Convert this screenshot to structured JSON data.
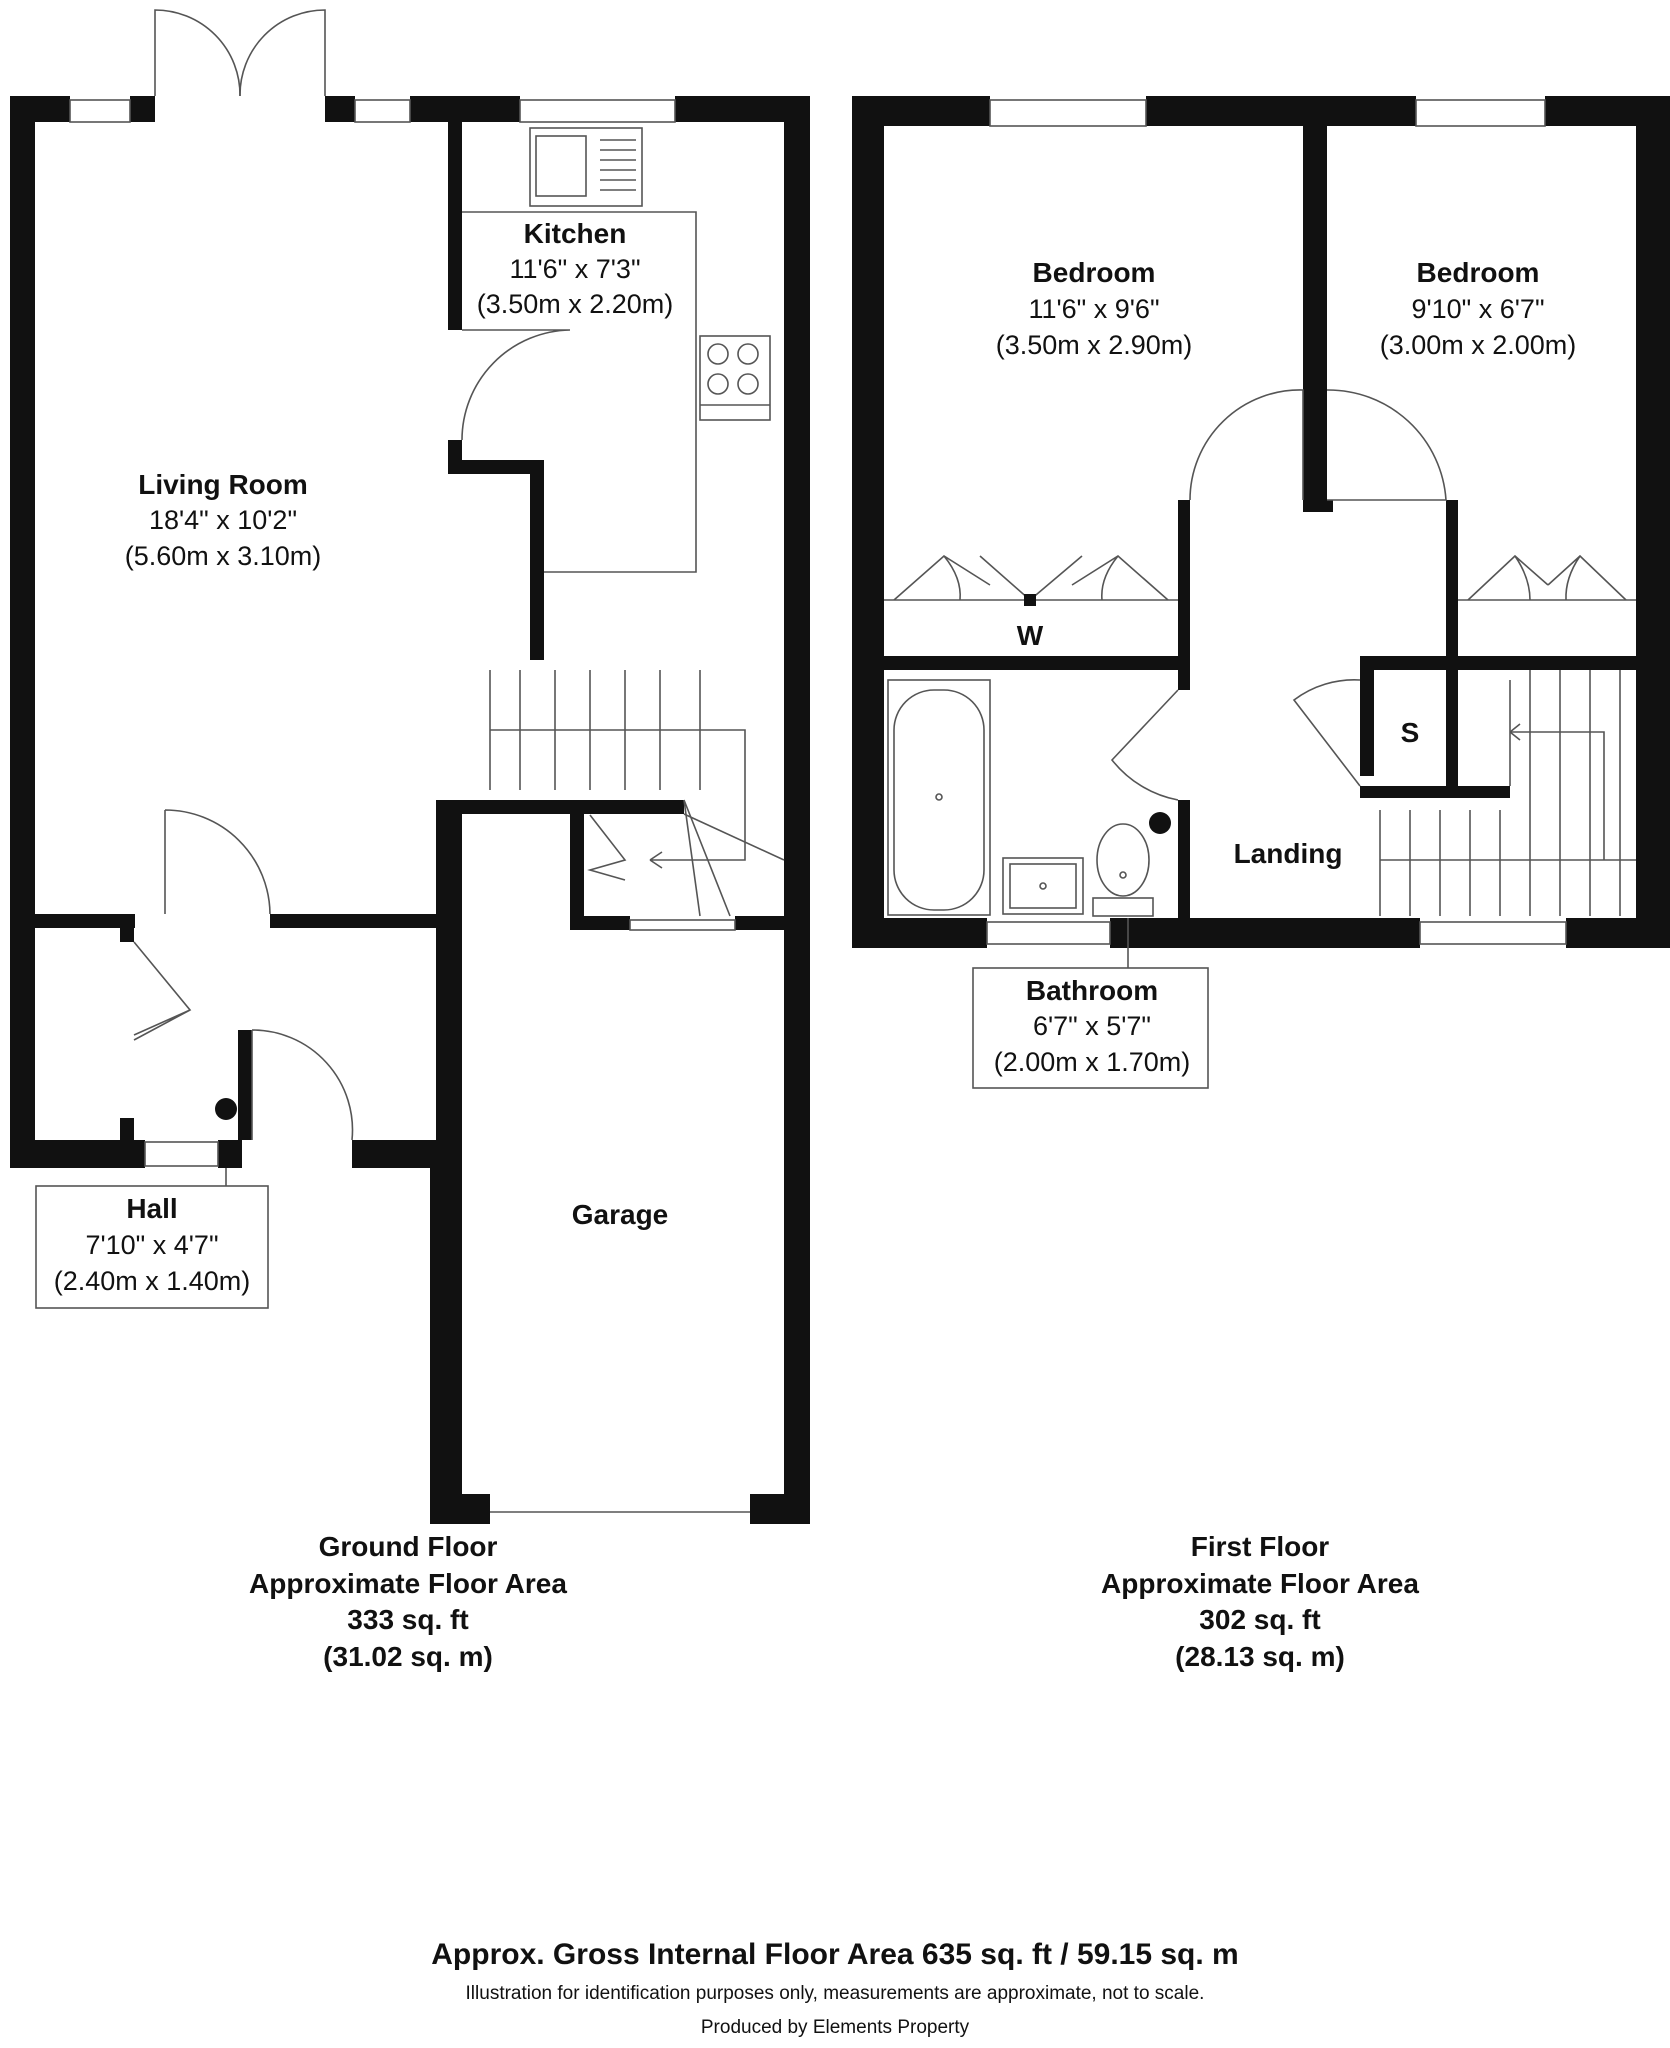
{
  "rooms": {
    "kitchen": {
      "name": "Kitchen",
      "imperial": "11'6\" x 7'3\"",
      "metric": "(3.50m x 2.20m)"
    },
    "living_room": {
      "name": "Living Room",
      "imperial": "18'4\" x 10'2\"",
      "metric": "(5.60m x 3.10m)"
    },
    "hall": {
      "name": "Hall",
      "imperial": "7'10\" x 4'7\"",
      "metric": "(2.40m x 1.40m)"
    },
    "garage": {
      "name": "Garage"
    },
    "bedroom_1": {
      "name": "Bedroom",
      "imperial": "11'6\" x 9'6\"",
      "metric": "(3.50m x 2.90m)"
    },
    "bedroom_2": {
      "name": "Bedroom",
      "imperial": "9'10\" x 6'7\"",
      "metric": "(3.00m x 2.00m)"
    },
    "landing": {
      "name": "Landing"
    },
    "bathroom": {
      "name": "Bathroom",
      "imperial": "6'7\" x 5'7\"",
      "metric": "(2.00m x 1.70m)"
    },
    "wardrobe": {
      "name": "W"
    },
    "storage": {
      "name": "S"
    }
  },
  "floors": {
    "ground": {
      "name": "Ground Floor",
      "caption": "Approximate Floor Area",
      "sqft": "333 sq. ft",
      "sqm": "(31.02 sq. m)"
    },
    "first": {
      "name": "First Floor",
      "caption": "Approximate Floor Area",
      "sqft": "302 sq. ft",
      "sqm": "(28.13 sq. m)"
    }
  },
  "footer": {
    "total": "Approx. Gross Internal Floor Area 635 sq. ft / 59.15 sq. m",
    "disclaimer": "Illustration for identification purposes only, measurements are approximate, not to scale.",
    "producer": "Produced by Elements Property"
  }
}
